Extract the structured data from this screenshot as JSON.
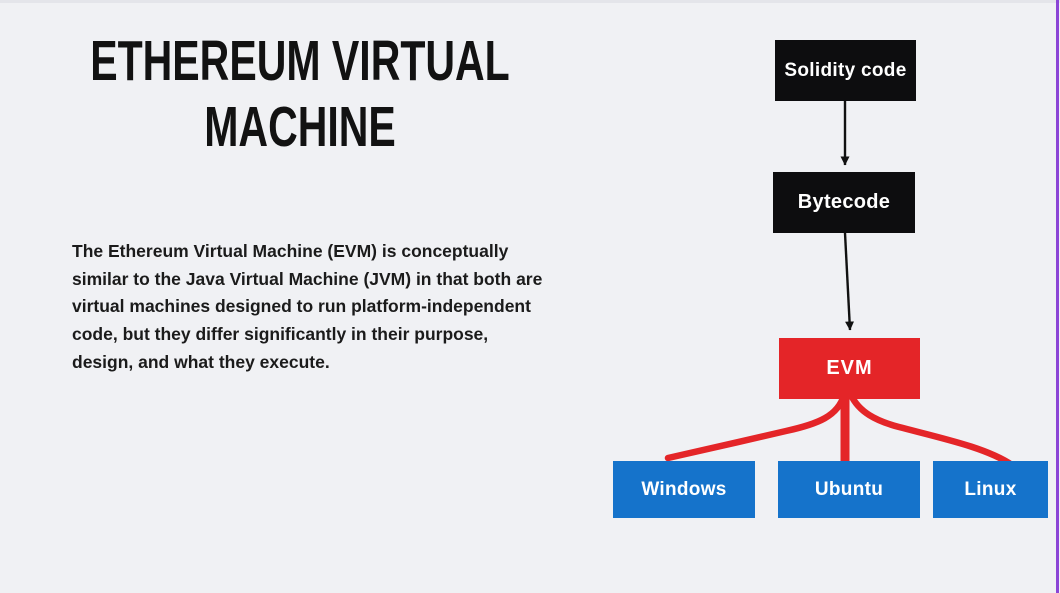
{
  "title": {
    "line1": "ETHEREUM VIRTUAL",
    "line2": "MACHINE"
  },
  "intro": {
    "lines": [
      "The Ethereum Virtual Machine (EVM) is conceptually",
      "similar to the Java Virtual Machine (JVM) in that both are",
      "virtual machines designed to run platform-independent",
      "code, but they differ significantly in their purpose,",
      "design, and what they execute."
    ]
  },
  "diagram": {
    "nodes": {
      "solidity": {
        "label": "Solidity code"
      },
      "bytecode": {
        "label": "Bytecode"
      },
      "evm": {
        "label": "EVM"
      },
      "windows": {
        "label": "Windows"
      },
      "ubuntu": {
        "label": "Ubuntu"
      },
      "linux": {
        "label": "Linux"
      }
    },
    "edges": [
      {
        "from": "solidity",
        "to": "bytecode",
        "style": "black-arrow"
      },
      {
        "from": "bytecode",
        "to": "evm",
        "style": "black-arrow"
      },
      {
        "from": "evm",
        "to": "windows",
        "style": "red-stroke"
      },
      {
        "from": "evm",
        "to": "ubuntu",
        "style": "red-stroke"
      },
      {
        "from": "evm",
        "to": "linux",
        "style": "red-stroke"
      }
    ],
    "colors": {
      "black_box": "#0d0d0f",
      "red": "#e42528",
      "blue": "#1573cb",
      "box_text": "#ffffff",
      "arrow": "#111111"
    }
  },
  "page": {
    "background": "#f0f1f4",
    "right_edge_line": "#8b45d6"
  }
}
